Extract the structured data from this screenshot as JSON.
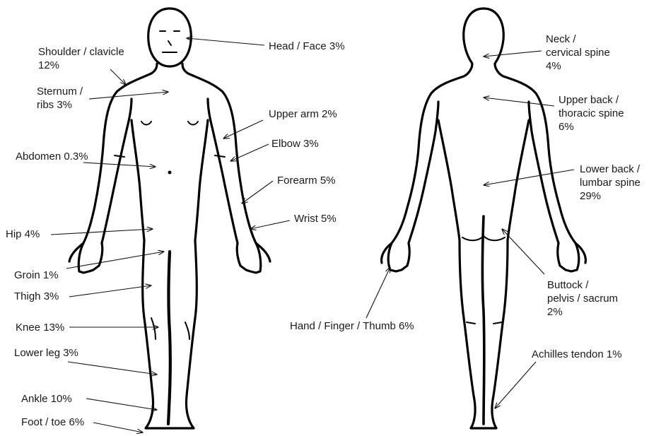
{
  "front_labels": {
    "shoulder": [
      "Shoulder / clavicle",
      "12%"
    ],
    "sternum": [
      "Sternum /",
      "ribs 3%"
    ],
    "abdomen": "Abdomen 0.3%",
    "hip": "Hip 4%",
    "groin": "Groin 1%",
    "thigh": "Thigh 3%",
    "knee": "Knee 13%",
    "lower_leg": "Lower leg 3%",
    "ankle": "Ankle 10%",
    "foot": "Foot / toe 6%",
    "head": "Head / Face  3%",
    "upper_arm": "Upper arm 2%",
    "elbow": "Elbow 3%",
    "forearm": "Forearm 5%",
    "wrist": "Wrist 5%"
  },
  "back_labels": {
    "neck": [
      "Neck /",
      "cervical spine",
      "4%"
    ],
    "upper_back": [
      "Upper back /",
      "thoracic spine",
      "6%"
    ],
    "lower_back": [
      "Lower back /",
      "lumbar spine",
      "29%"
    ],
    "buttock": [
      "Buttock /",
      "pelvis / sacrum",
      "2%"
    ],
    "hand": "Hand / Finger / Thumb 6%",
    "achilles": "Achilles tendon 1%"
  }
}
